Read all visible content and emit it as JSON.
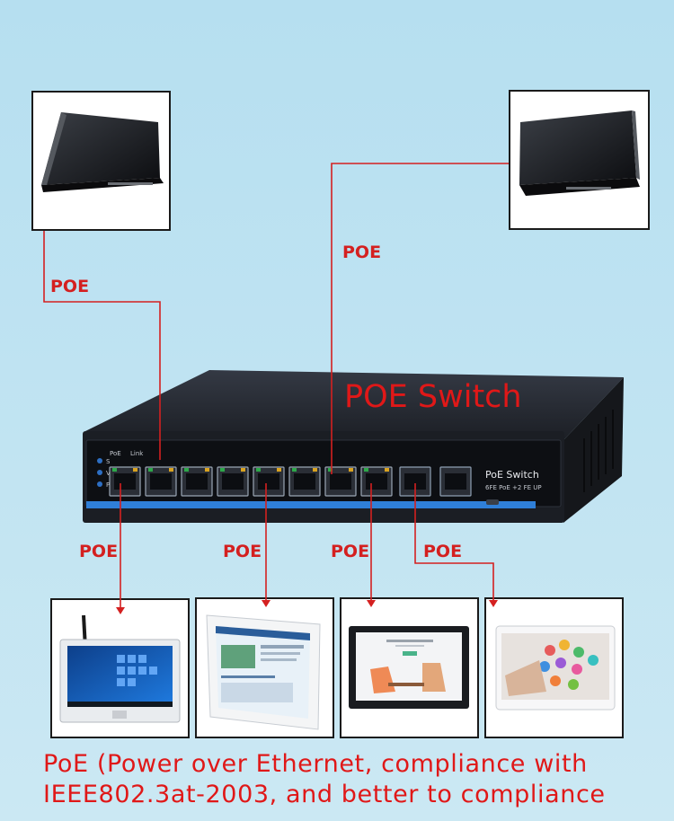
{
  "switch": {
    "title": "POE Switch",
    "brand": "PoE Switch",
    "model": "6FE PoE +2 FE UP",
    "label_poe": "PoE",
    "label_link": "Link",
    "led_labels": [
      "S",
      "V",
      "P"
    ]
  },
  "links": {
    "top_left": "POE",
    "top_right": "POE",
    "bottom": [
      "POE",
      "POE",
      "POE",
      "POE"
    ]
  },
  "caption": {
    "line1": "PoE (Power over Ethernet, compliance with",
    "line2": "IEEE802.3at-2003, and better to compliance"
  },
  "colors": {
    "line": "#d42020",
    "switch_body": "#22262e",
    "accent_blue": "#2f7fd8",
    "background": "#bfe3f2"
  }
}
